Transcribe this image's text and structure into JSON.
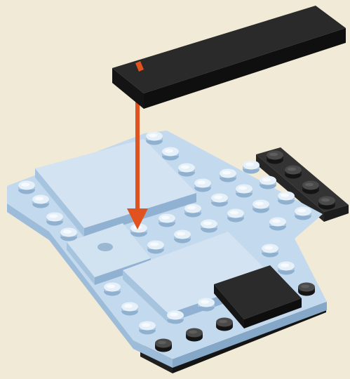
{
  "scene": {
    "background_color": "#f0ead6",
    "parts": [
      {
        "name": "light-blue-base-plate",
        "color": "#b9d3ea"
      },
      {
        "name": "light-blue-smooth-tile-large",
        "color": "#c9ddef"
      },
      {
        "name": "light-blue-smooth-tile-small",
        "color": "#c9ddef"
      },
      {
        "name": "black-edge-plate-right",
        "color": "#2f2f2f"
      },
      {
        "name": "black-edge-plate-bottom",
        "color": "#2f2f2f"
      },
      {
        "name": "black-smooth-tile",
        "color": "#2b2b2b"
      },
      {
        "name": "black-plate-being-placed",
        "color": "#262626"
      }
    ],
    "instruction_arrow": {
      "color": "#e0531f",
      "direction": "down"
    },
    "placement_marker": {
      "color": "#e0531f"
    }
  }
}
